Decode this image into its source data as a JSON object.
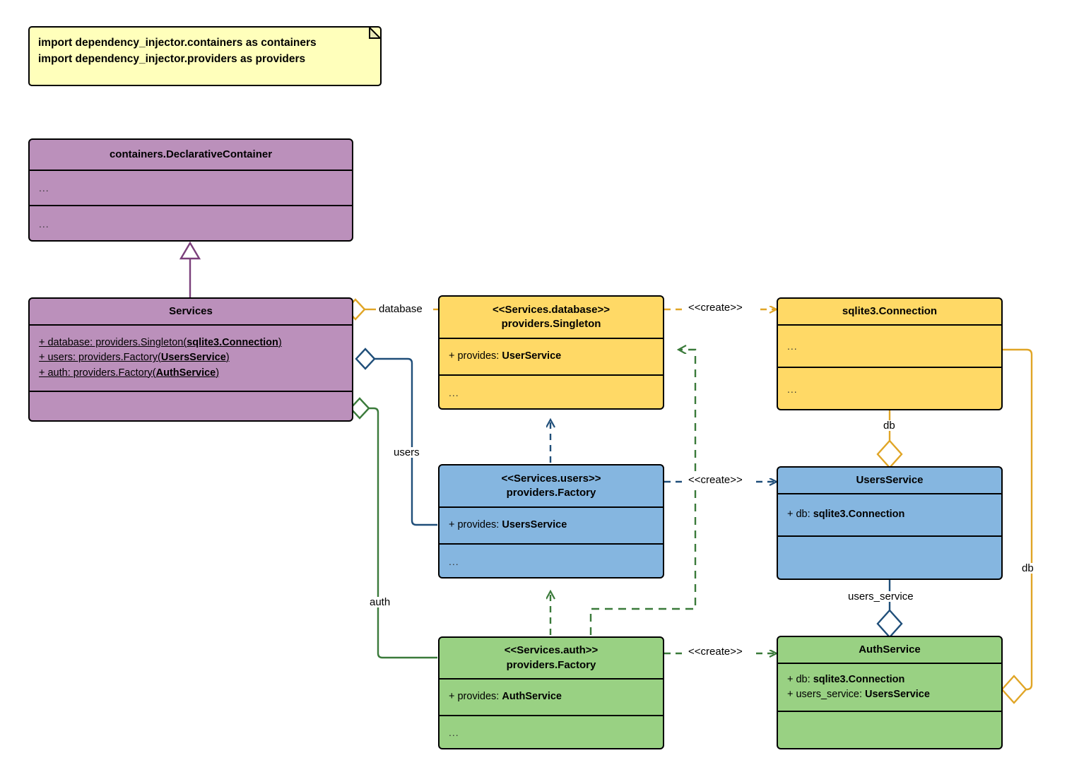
{
  "diagram": {
    "title": "Dependency Injector containers & providers UML class diagram",
    "colors": {
      "note_fill": "#ffffbb",
      "container_fill": "#bb90bb",
      "container_stroke": "#7b3f7b",
      "database_fill": "#ffd966",
      "database_stroke": "#e0a526",
      "users_fill": "#85b6e0",
      "users_stroke": "#1f4e79",
      "auth_fill": "#99d183",
      "auth_stroke": "#3a7a3a",
      "border": "#000000"
    }
  },
  "note": {
    "lines": [
      "import dependency_injector.containers as containers",
      "import dependency_injector.providers as providers"
    ],
    "text": "import dependency_injector.containers as containers\nimport dependency_injector.providers as providers"
  },
  "classes": {
    "declarative_container": {
      "name": "containers.DeclarativeContainer",
      "attributes": "...",
      "methods": "..."
    },
    "services": {
      "name": "Services",
      "attributes": [
        {
          "prefix": "+ database: providers.Singleton(",
          "type": "sqlite3.Connection",
          "suffix": ")"
        },
        {
          "prefix": "+ users: providers.Factory(",
          "type": "UsersService",
          "suffix": ")"
        },
        {
          "prefix": "+ auth: providers.Factory(",
          "type": "AuthService",
          "suffix": ")"
        }
      ],
      "methods": ""
    },
    "services_database": {
      "stereotype": "<<Services.database>>",
      "name": "providers.Singleton",
      "attr_prefix": "+ provides: ",
      "attr_type": "UserService",
      "methods": "..."
    },
    "sqlite_connection": {
      "name": "sqlite3.Connection",
      "attributes": "...",
      "methods": "..."
    },
    "services_users": {
      "stereotype": "<<Services.users>>",
      "name": "providers.Factory",
      "attr_prefix": "+ provides: ",
      "attr_type": "UsersService",
      "methods": "..."
    },
    "users_service": {
      "name": "UsersService",
      "attr_prefix": "+ db: ",
      "attr_type": "sqlite3.Connection",
      "methods": ""
    },
    "services_auth": {
      "stereotype": "<<Services.auth>>",
      "name": "providers.Factory",
      "attr_prefix": "+ provides: ",
      "attr_type": "AuthService",
      "methods": "..."
    },
    "auth_service": {
      "name": "AuthService",
      "attributes": [
        {
          "prefix": "+ db: ",
          "type": "sqlite3.Connection",
          "suffix": ""
        },
        {
          "prefix": "+ users_service: ",
          "type": "UsersService",
          "suffix": ""
        }
      ],
      "methods": ""
    }
  },
  "edge_labels": {
    "database": "database",
    "users": "users",
    "auth": "auth",
    "create_database": "<<create>>",
    "create_users": "<<create>>",
    "create_auth": "<<create>>",
    "db_users": "db",
    "db_auth": "db",
    "users_service": "users_service"
  }
}
